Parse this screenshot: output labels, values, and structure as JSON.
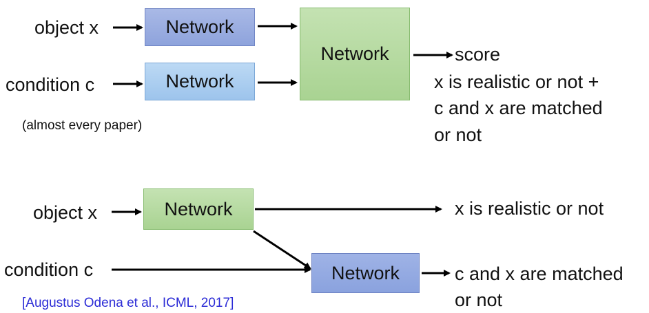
{
  "top": {
    "object_label": "object x",
    "condition_label": "condition c",
    "network_object": "Network",
    "network_condition": "Network",
    "network_main": "Network",
    "score_label": "score",
    "output_lines": [
      "x is realistic or not +",
      "c and x are matched",
      "or not"
    ],
    "note": "(almost every paper)"
  },
  "bottom": {
    "object_label": "object x",
    "condition_label": "condition c",
    "network_object": "Network",
    "network_match": "Network",
    "output_realistic": "x is realistic or not",
    "output_match_lines": [
      "c and x are matched",
      "or not"
    ],
    "citation": "[Augustus Odena et al., ICML, 2017]"
  },
  "colors": {
    "box_blue_dark": "#8ea3dc",
    "box_blue_light": "#9dc4ec",
    "box_green": "#a9d392",
    "citation": "#2b2bd6"
  }
}
